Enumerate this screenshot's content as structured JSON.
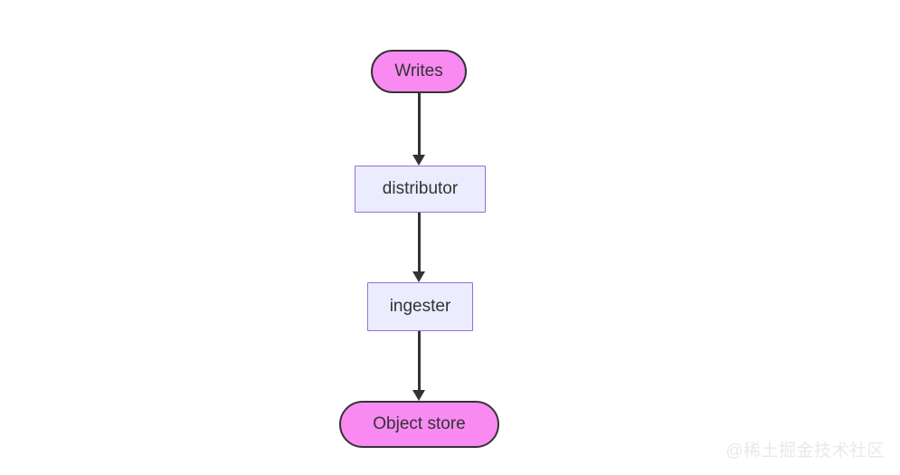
{
  "diagram": {
    "type": "flowchart",
    "direction": "top-down",
    "nodes": [
      {
        "id": "writes",
        "label": "Writes",
        "shape": "stadium",
        "fill": "#f98af2",
        "stroke": "#343434"
      },
      {
        "id": "distributor",
        "label": "distributor",
        "shape": "rect",
        "fill": "#ececff",
        "stroke": "#9370db"
      },
      {
        "id": "ingester",
        "label": "ingester",
        "shape": "rect",
        "fill": "#ececff",
        "stroke": "#9370db"
      },
      {
        "id": "object-store",
        "label": "Object store",
        "shape": "stadium",
        "fill": "#f98af2",
        "stroke": "#343434"
      }
    ],
    "edges": [
      {
        "from": "writes",
        "to": "distributor",
        "arrow_color": "#333333"
      },
      {
        "from": "distributor",
        "to": "ingester",
        "arrow_color": "#333333"
      },
      {
        "from": "ingester",
        "to": "object-store",
        "arrow_color": "#333333"
      }
    ],
    "text_color": "#333333",
    "background_color": "#ffffff"
  },
  "watermark": {
    "text": "@稀土掘金技术社区",
    "color": "#e9e9e9"
  }
}
